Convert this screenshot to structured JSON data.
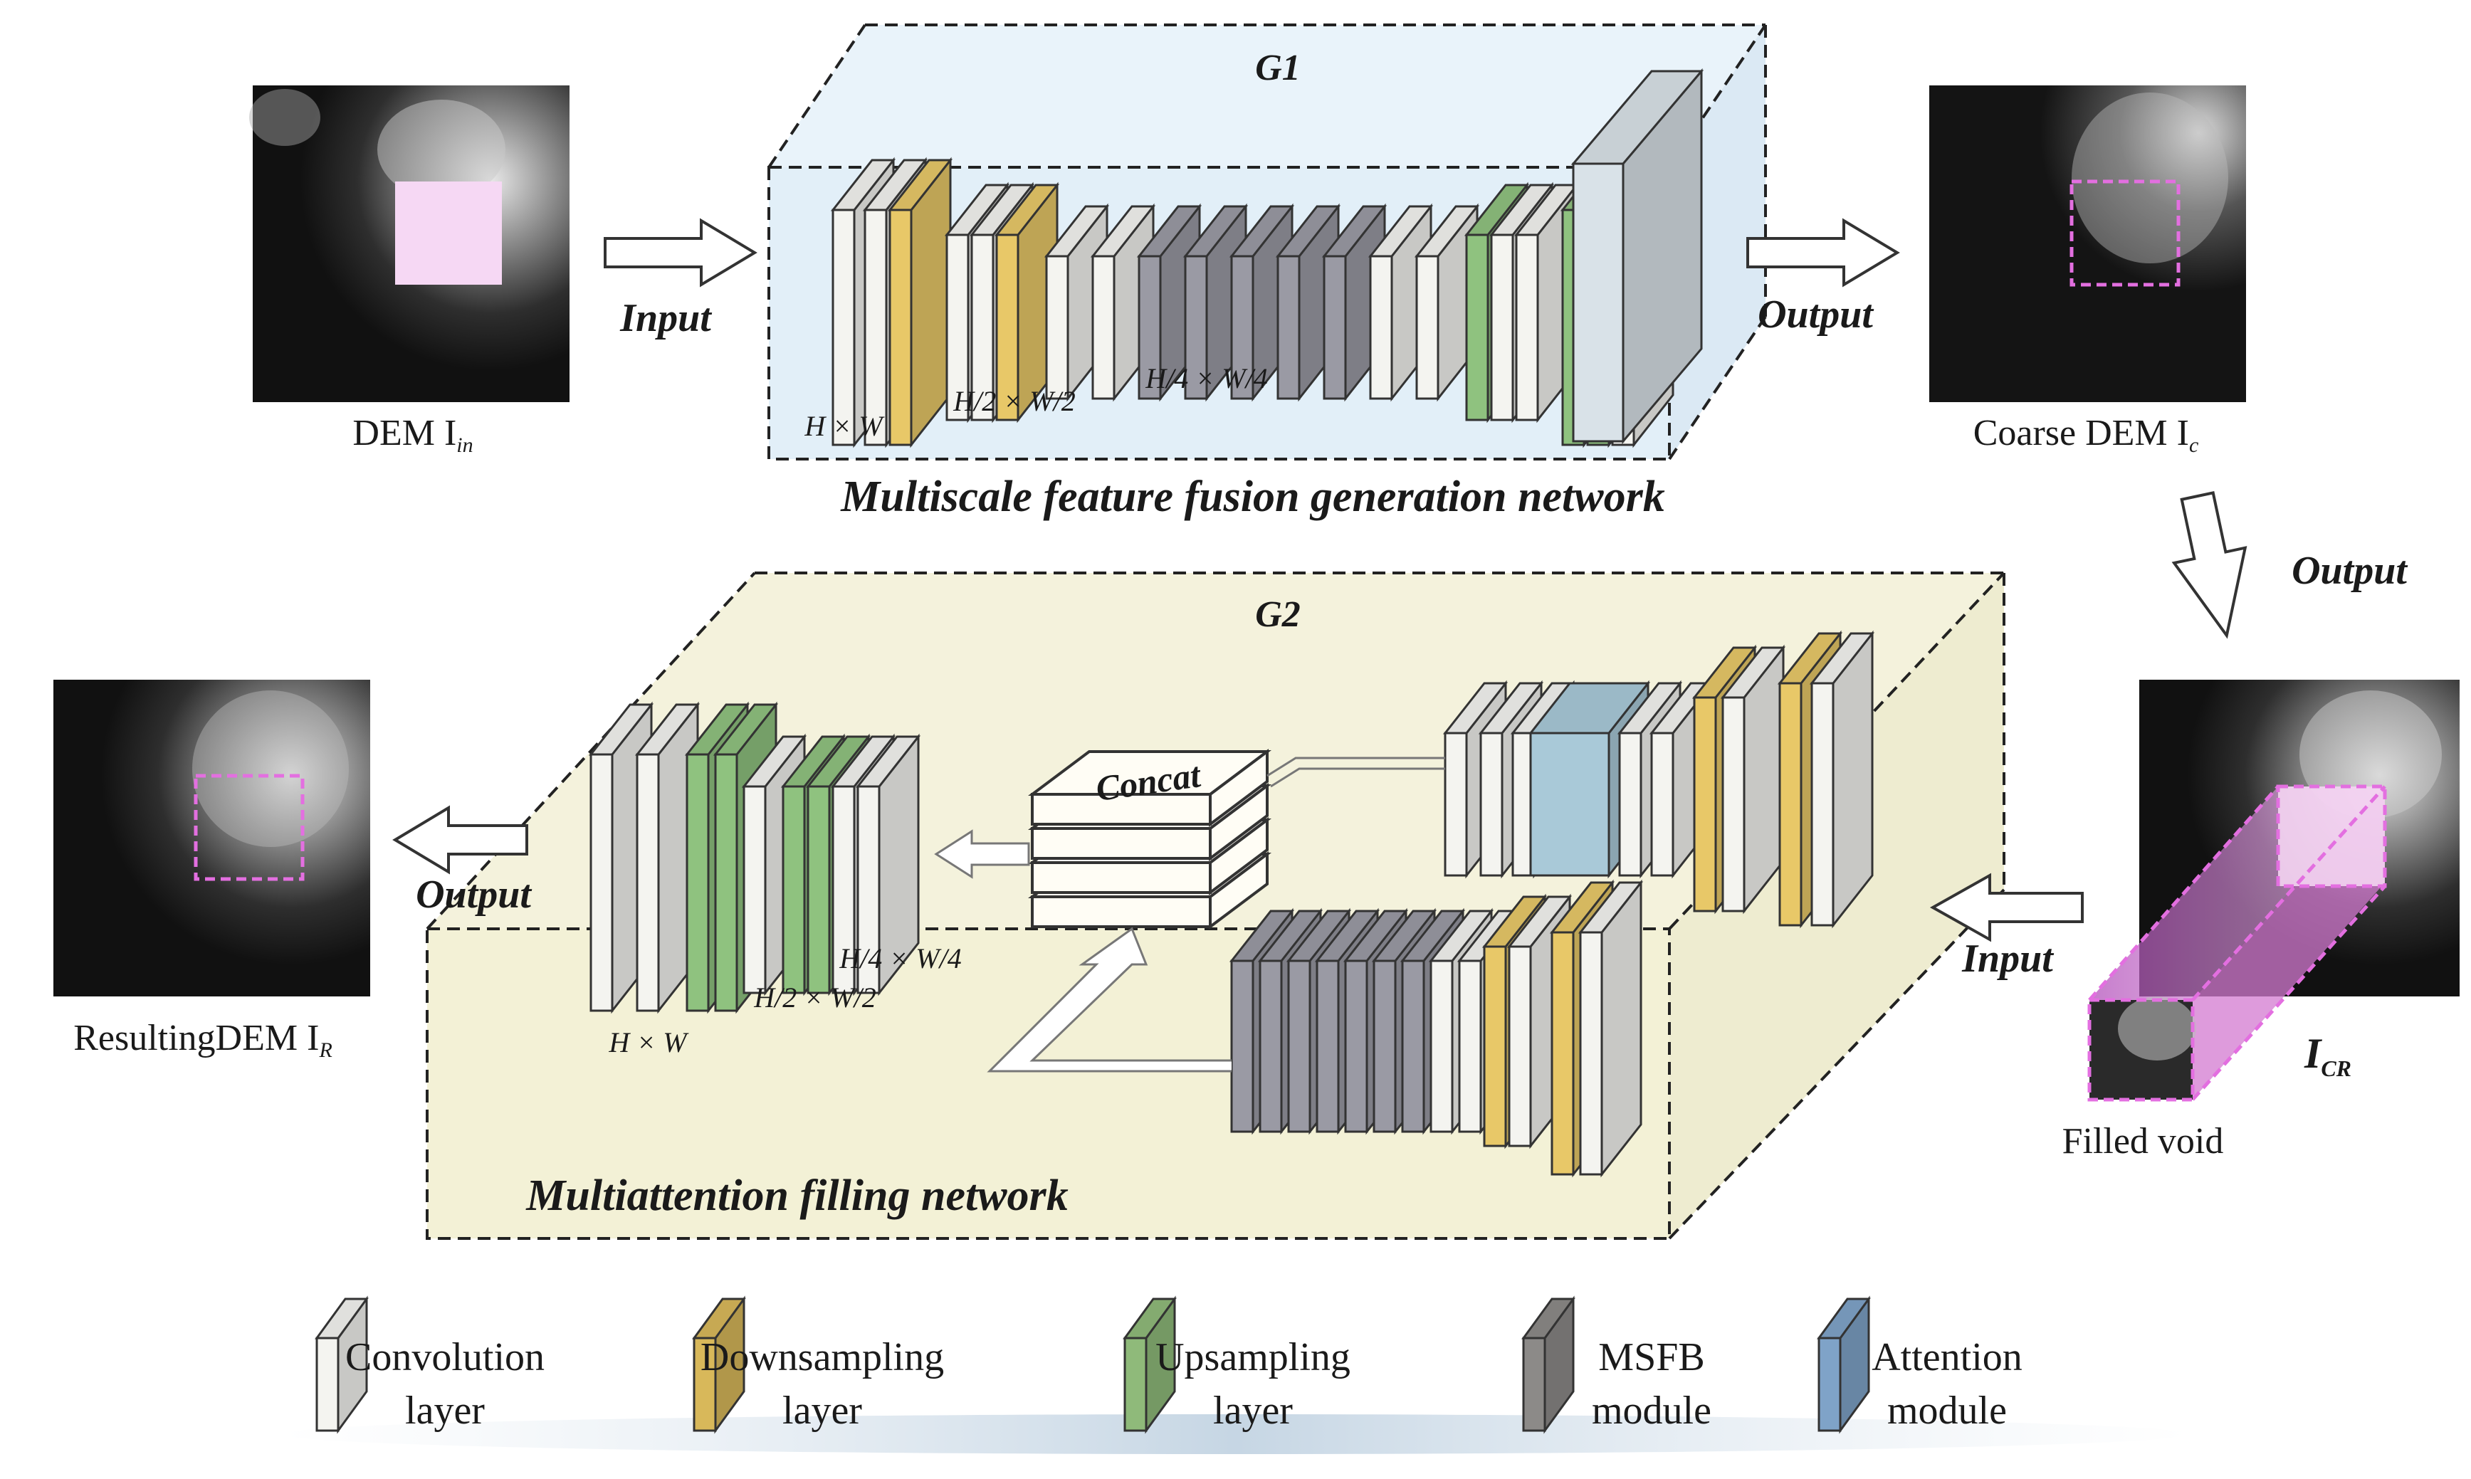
{
  "g1": {
    "title": "G1",
    "caption": "Multiscale feature fusion generation network",
    "dims": [
      "H × W",
      "H/2 × W/2",
      "H/4 × W/4"
    ]
  },
  "g2": {
    "title": "G2",
    "caption": "Multiattention filling network",
    "dims": [
      "H × W",
      "H/2 × W/2",
      "H/4 × W/4"
    ],
    "concat": "Concat"
  },
  "images": {
    "dem_in": "DEM I",
    "dem_in_sub": "in",
    "coarse": "Coarse DEM I",
    "coarse_sub": "c",
    "icr": "I",
    "icr_sub": "CR",
    "filled": "Filled void",
    "result": "ResultingDEM I",
    "result_sub": "R"
  },
  "arrows": {
    "input_top": "Input",
    "output_top": "Output",
    "output_right": "Output",
    "input_right": "Input",
    "output_left": "Output"
  },
  "legend": [
    {
      "line1": "Convolution",
      "line2": "layer",
      "color": "#f4f4f0"
    },
    {
      "line1": "Downsampling",
      "line2": "layer",
      "color": "#d8b85a"
    },
    {
      "line1": "Upsampling",
      "line2": "layer",
      "color": "#8fba7a"
    },
    {
      "line1": "MSFB",
      "line2": "module",
      "color": "#8c8a88"
    },
    {
      "line1": "Attention",
      "line2": "module",
      "color": "#7fa3c8"
    }
  ],
  "colors": {
    "conv": "#f4f4f0",
    "down": "#e8c868",
    "up": "#8fc27f",
    "msfb": "#9a9aa4",
    "attn": "#a9c9d8",
    "g1_box": "#e2eff8",
    "g2_box": "#f4f2dc",
    "void_pink": "#f6d8f4"
  }
}
